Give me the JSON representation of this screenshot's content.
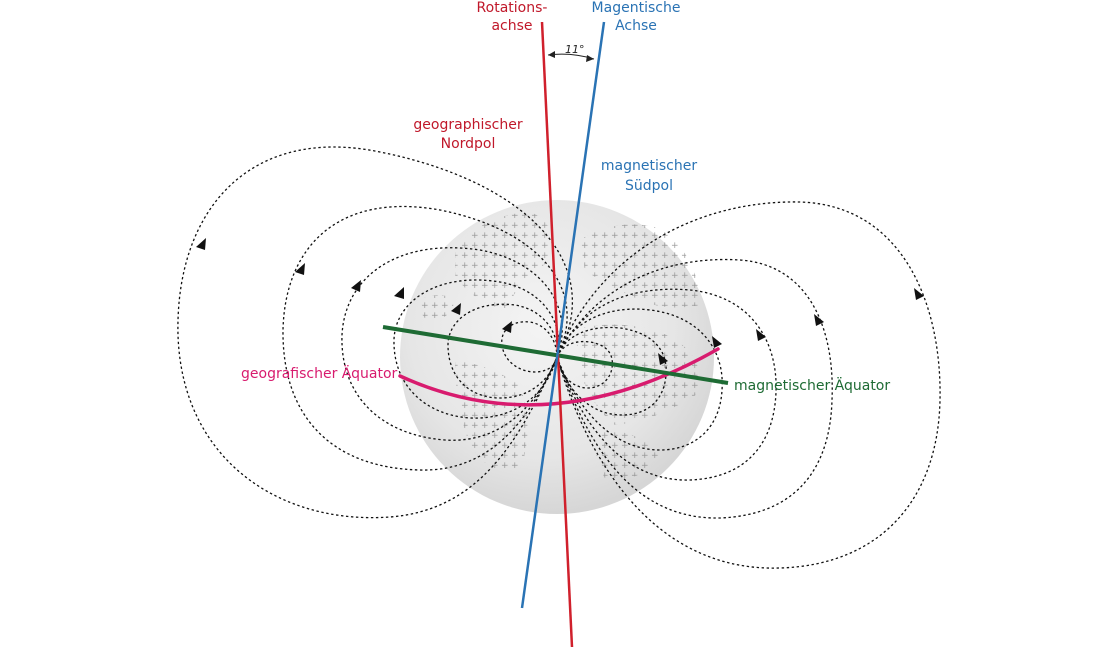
{
  "labels": {
    "rotation_axis_line1": "Rotations-",
    "rotation_axis_line2": "achse",
    "magnetic_axis_line1": "Magentische",
    "magnetic_axis_line2": "Achse",
    "angle": "11°",
    "geographic_north_line1": "geographischer",
    "geographic_north_line2": "Nordpol",
    "magnetic_south_line1": "magnetischer",
    "magnetic_south_line2": "Südpol",
    "geographic_equator": "geografischer Äquator",
    "magnetic_equator": "magnetischer Äquator"
  },
  "colors": {
    "rotation_axis": "#d0202c",
    "magnetic_axis": "#2a73b4",
    "geographic_equator": "#d81b6e",
    "magnetic_equator": "#1e6b34",
    "field_lines": "#111111",
    "globe": "#e6e6e6"
  }
}
